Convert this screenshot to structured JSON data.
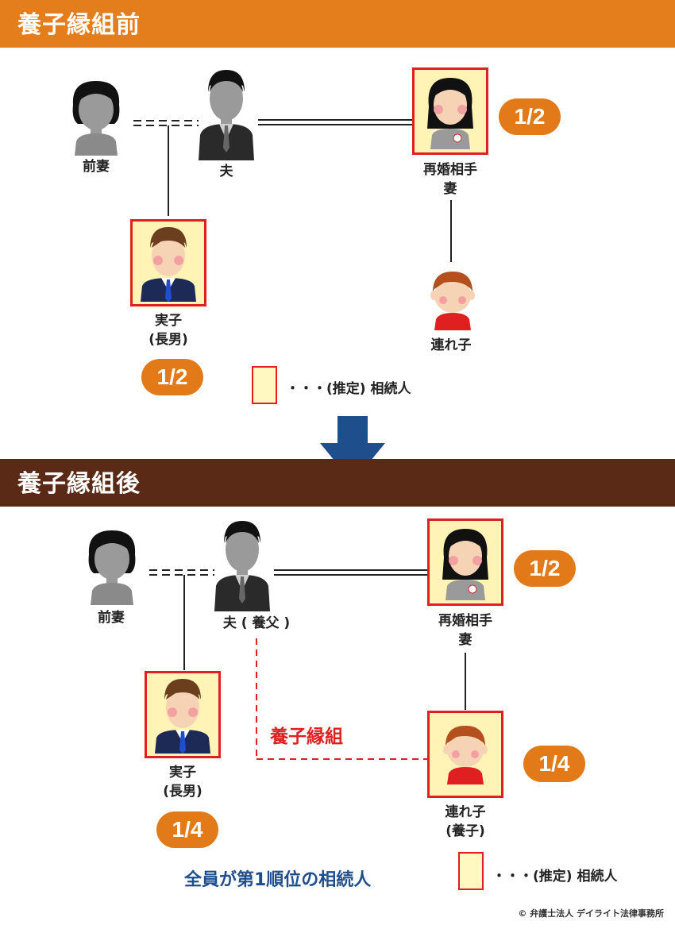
{
  "before": {
    "title": "養子縁組前",
    "ex_wife": "前妻",
    "husband": "夫",
    "wife_line1": "再婚相手",
    "wife_line2": "妻",
    "son_line1": "実子",
    "son_line2": "(長男)",
    "stepchild": "連れ子",
    "wife_share": "1/2",
    "son_share": "1/2"
  },
  "after": {
    "title": "養子縁組後",
    "ex_wife": "前妻",
    "husband": "夫 ( 養父 )",
    "wife_line1": "再婚相手",
    "wife_line2": "妻",
    "son_line1": "実子",
    "son_line2": "(長男)",
    "stepchild_line1": "連れ子",
    "stepchild_line2": "(養子)",
    "adoption_label": "養子縁組",
    "wife_share": "1/2",
    "son_share": "1/4",
    "stepchild_share": "1/4",
    "summary": "全員が第1順位の相続人"
  },
  "legend": {
    "text": "・・・(推定) 相続人"
  },
  "copyright": "© 弁護士法人 デイライト法律事務所",
  "colors": {
    "band_before": "#e47d1c",
    "band_after": "#5a2a16",
    "arrow": "#1f4e8c",
    "share_pill": "#e27a1a",
    "frame_border": "#e02020",
    "frame_fill": "#fff3b5",
    "adoption_red": "#e02020",
    "summary_blue": "#1f4e8c"
  }
}
